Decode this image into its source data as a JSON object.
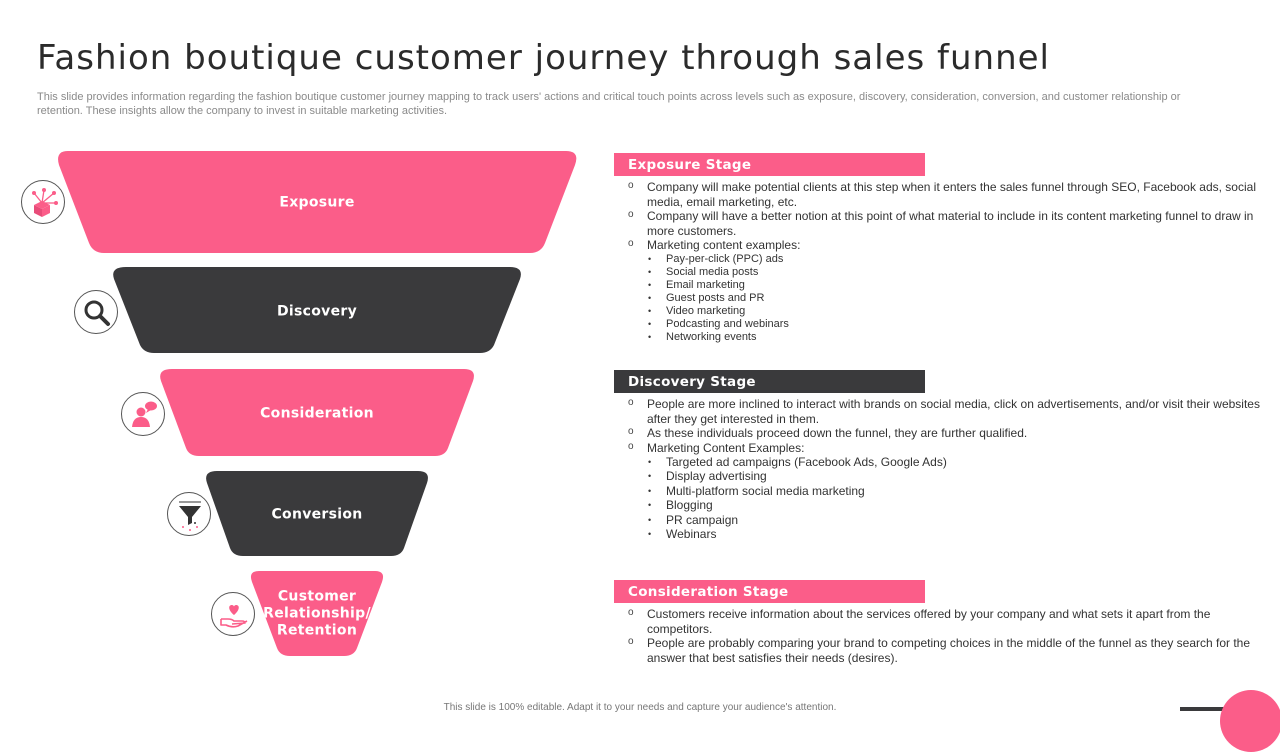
{
  "title": "Fashion boutique customer journey through sales funnel",
  "subtitle": "This slide provides information regarding the fashion boutique customer journey mapping to track users' actions and critical touch points across levels such as exposure, discovery, consideration, conversion, and customer relationship or retention. These insights allow the company to invest in suitable marketing activities.",
  "colors": {
    "pink": "#fb5d89",
    "dark": "#3a3a3c"
  },
  "funnel": {
    "stages": [
      {
        "label": "Exposure",
        "color": "pink",
        "icon": "boxes-network-icon"
      },
      {
        "label": "Discovery",
        "color": "dark",
        "icon": "magnifier-icon"
      },
      {
        "label": "Consideration",
        "color": "pink",
        "icon": "person-thinking-icon"
      },
      {
        "label": "Conversion",
        "color": "dark",
        "icon": "filter-funnel-icon"
      },
      {
        "label_lines": [
          "Customer",
          "Relationship/",
          "Retention"
        ],
        "color": "pink",
        "icon": "hand-heart-icon"
      }
    ]
  },
  "panels": {
    "exposure": {
      "heading": "Exposure Stage",
      "points": [
        "Company will make potential clients at this step when it enters the sales funnel through SEO, Facebook ads, social media, email marketing, etc.",
        "Company will have a better notion at this point of what material to include in its content marketing funnel to draw in more customers.",
        "Marketing content examples:"
      ],
      "sub": [
        "Pay-per-click (PPC) ads",
        "Social media posts",
        "Email  marketing",
        "Guest posts and PR",
        "Video marketing",
        "Podcasting and webinars",
        "Networking events"
      ]
    },
    "discovery": {
      "heading": "Discovery Stage",
      "points": [
        "People are more inclined to interact with brands on social media, click on advertisements, and/or visit their websites after they get interested in them.",
        "As these individuals proceed down the funnel, they are further qualified.",
        "Marketing Content Examples:"
      ],
      "sub": [
        "Targeted ad campaigns (Facebook Ads, Google Ads)",
        "Display advertising",
        "Multi-platform social media marketing",
        "Blogging",
        "PR campaign",
        "Webinars"
      ]
    },
    "consideration": {
      "heading": "Consideration Stage",
      "points": [
        "Customers receive information about the services offered by your company and what sets it apart from the competitors.",
        "People are probably comparing your brand to competing choices in the middle of the funnel as they search for the answer that best satisfies their needs (desires)."
      ]
    }
  },
  "footer": "This slide is 100% editable.  Adapt it to your needs and capture your audience's attention."
}
